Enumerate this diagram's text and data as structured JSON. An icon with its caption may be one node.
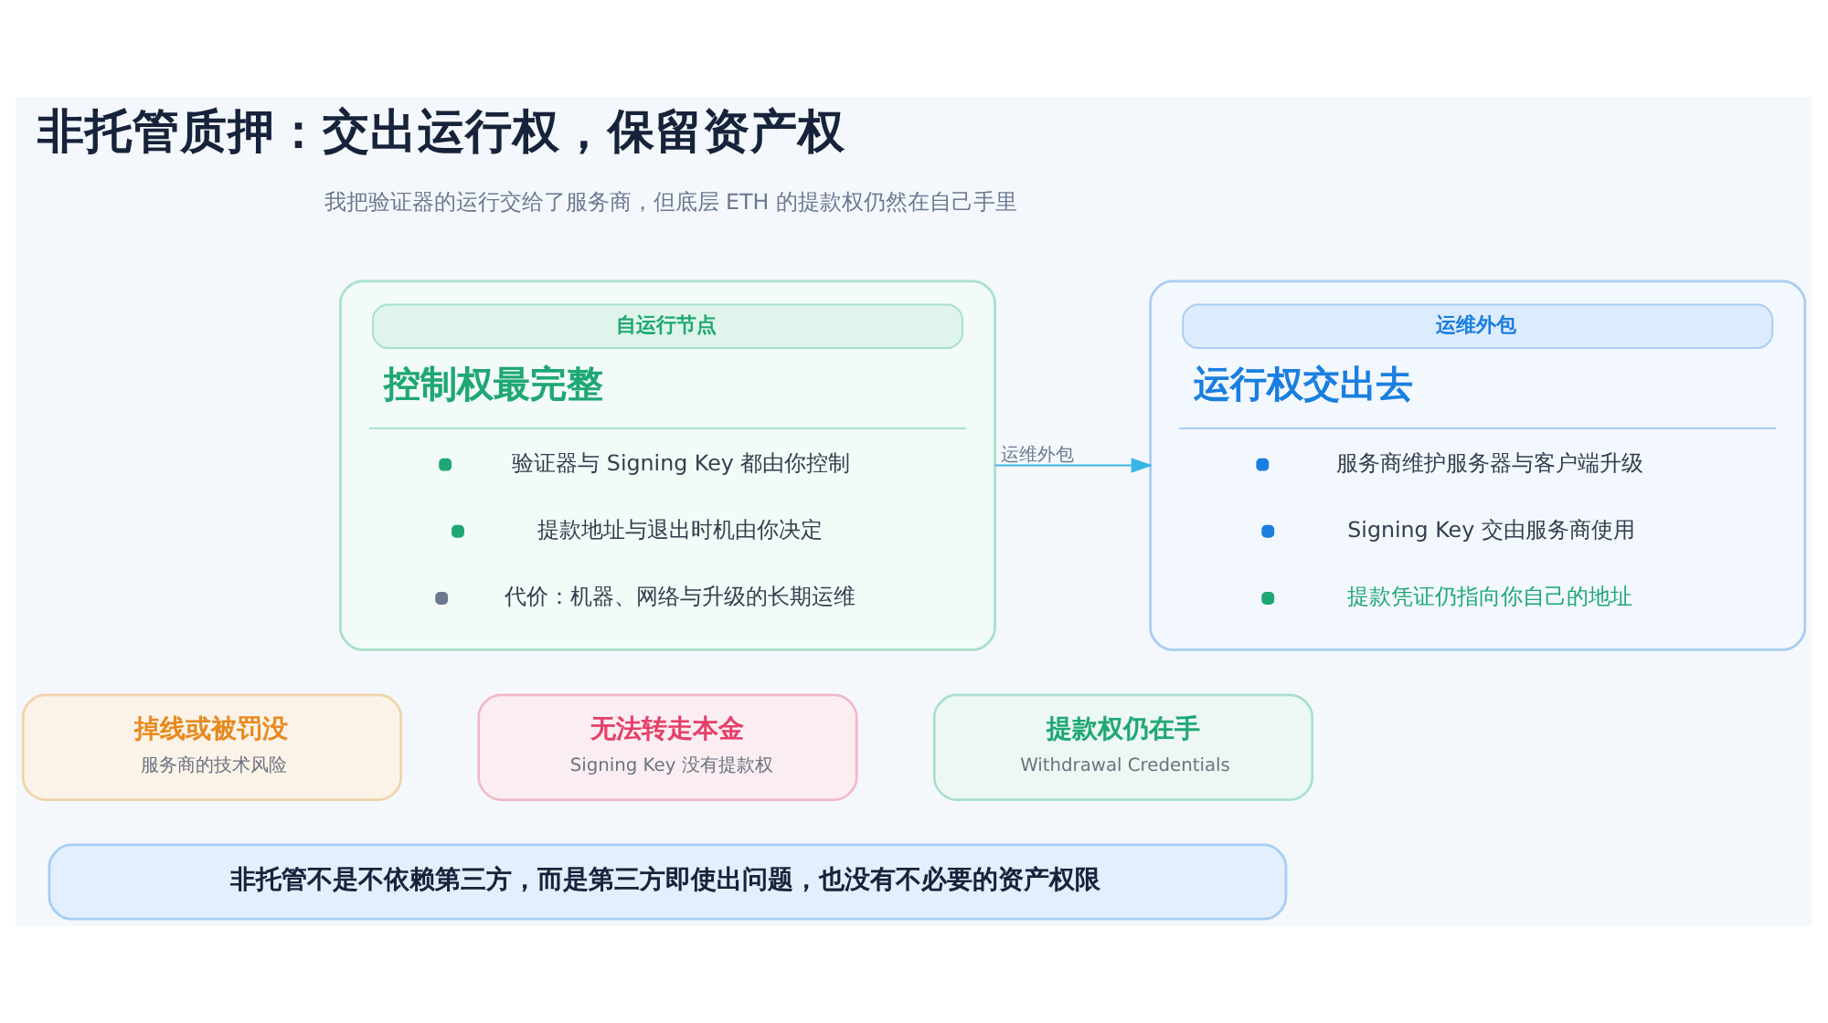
{
  "diagram": {
    "title": "非托管质押：交出运行权，保留资产权",
    "nodes": [
      {
        "text": [
          "自运行节点",
          "控制权最完整",
          "验证器与 Signing Key 都由你控制",
          "提款地址与退出时机由你决定",
          "代价：机器、网络与升级的长期运维"
        ]
      },
      {
        "text": [
          "运维外包",
          "运行权交出去",
          "服务商维护服务器与客户端升级",
          "Signing Key 交由服务商使用",
          "提款凭证仍指向你自己的地址"
        ]
      },
      {
        "text": [
          "掉线或被罚没",
          "服务商的技术风险"
        ]
      },
      {
        "text": [
          "无法转走本金",
          "Signing Key 没有提款权"
        ]
      },
      {
        "text": [
          "提款权仍在手",
          "Withdrawal Credentials"
        ]
      },
      {
        "text": [
          "非托管不是不依赖第三方，而是第三方即使出问题，也没有不必要的资产权限"
        ]
      }
    ],
    "edges": [
      {
        "from": 0,
        "to": 1,
        "arrow": "to",
        "label": "运维外包",
        "color": "#38b6e8"
      }
    ],
    "labels": [
      "我把验证器的运行交给了服务商，但底层 ETH 的提款权仍然在自己手里"
    ]
  }
}
